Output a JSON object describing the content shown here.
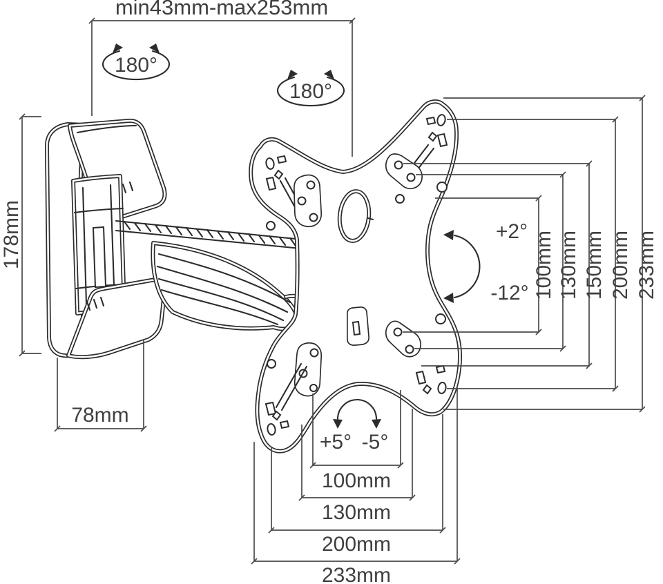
{
  "title": "Articulating TV wall mount dimension drawing",
  "colors": {
    "background": "#ffffff",
    "line": "#2c2c2c",
    "dimension_line": "#4a4a4a",
    "text": "#3f3f3f"
  },
  "labels": {
    "extension_range": "min43mm-max253mm",
    "swivel_left": "180°",
    "swivel_right": "180°",
    "wall_plate_height": "178mm",
    "wall_plate_depth": "78mm",
    "tilt_up": "+2°",
    "tilt_down": "-12°",
    "rotation_cw": "+5°",
    "rotation_ccw": "-5°",
    "vertical_dims": [
      "100mm",
      "130mm",
      "150mm",
      "200mm",
      "233mm"
    ],
    "horizontal_dims": [
      "100mm",
      "130mm",
      "200mm",
      "233mm"
    ]
  }
}
